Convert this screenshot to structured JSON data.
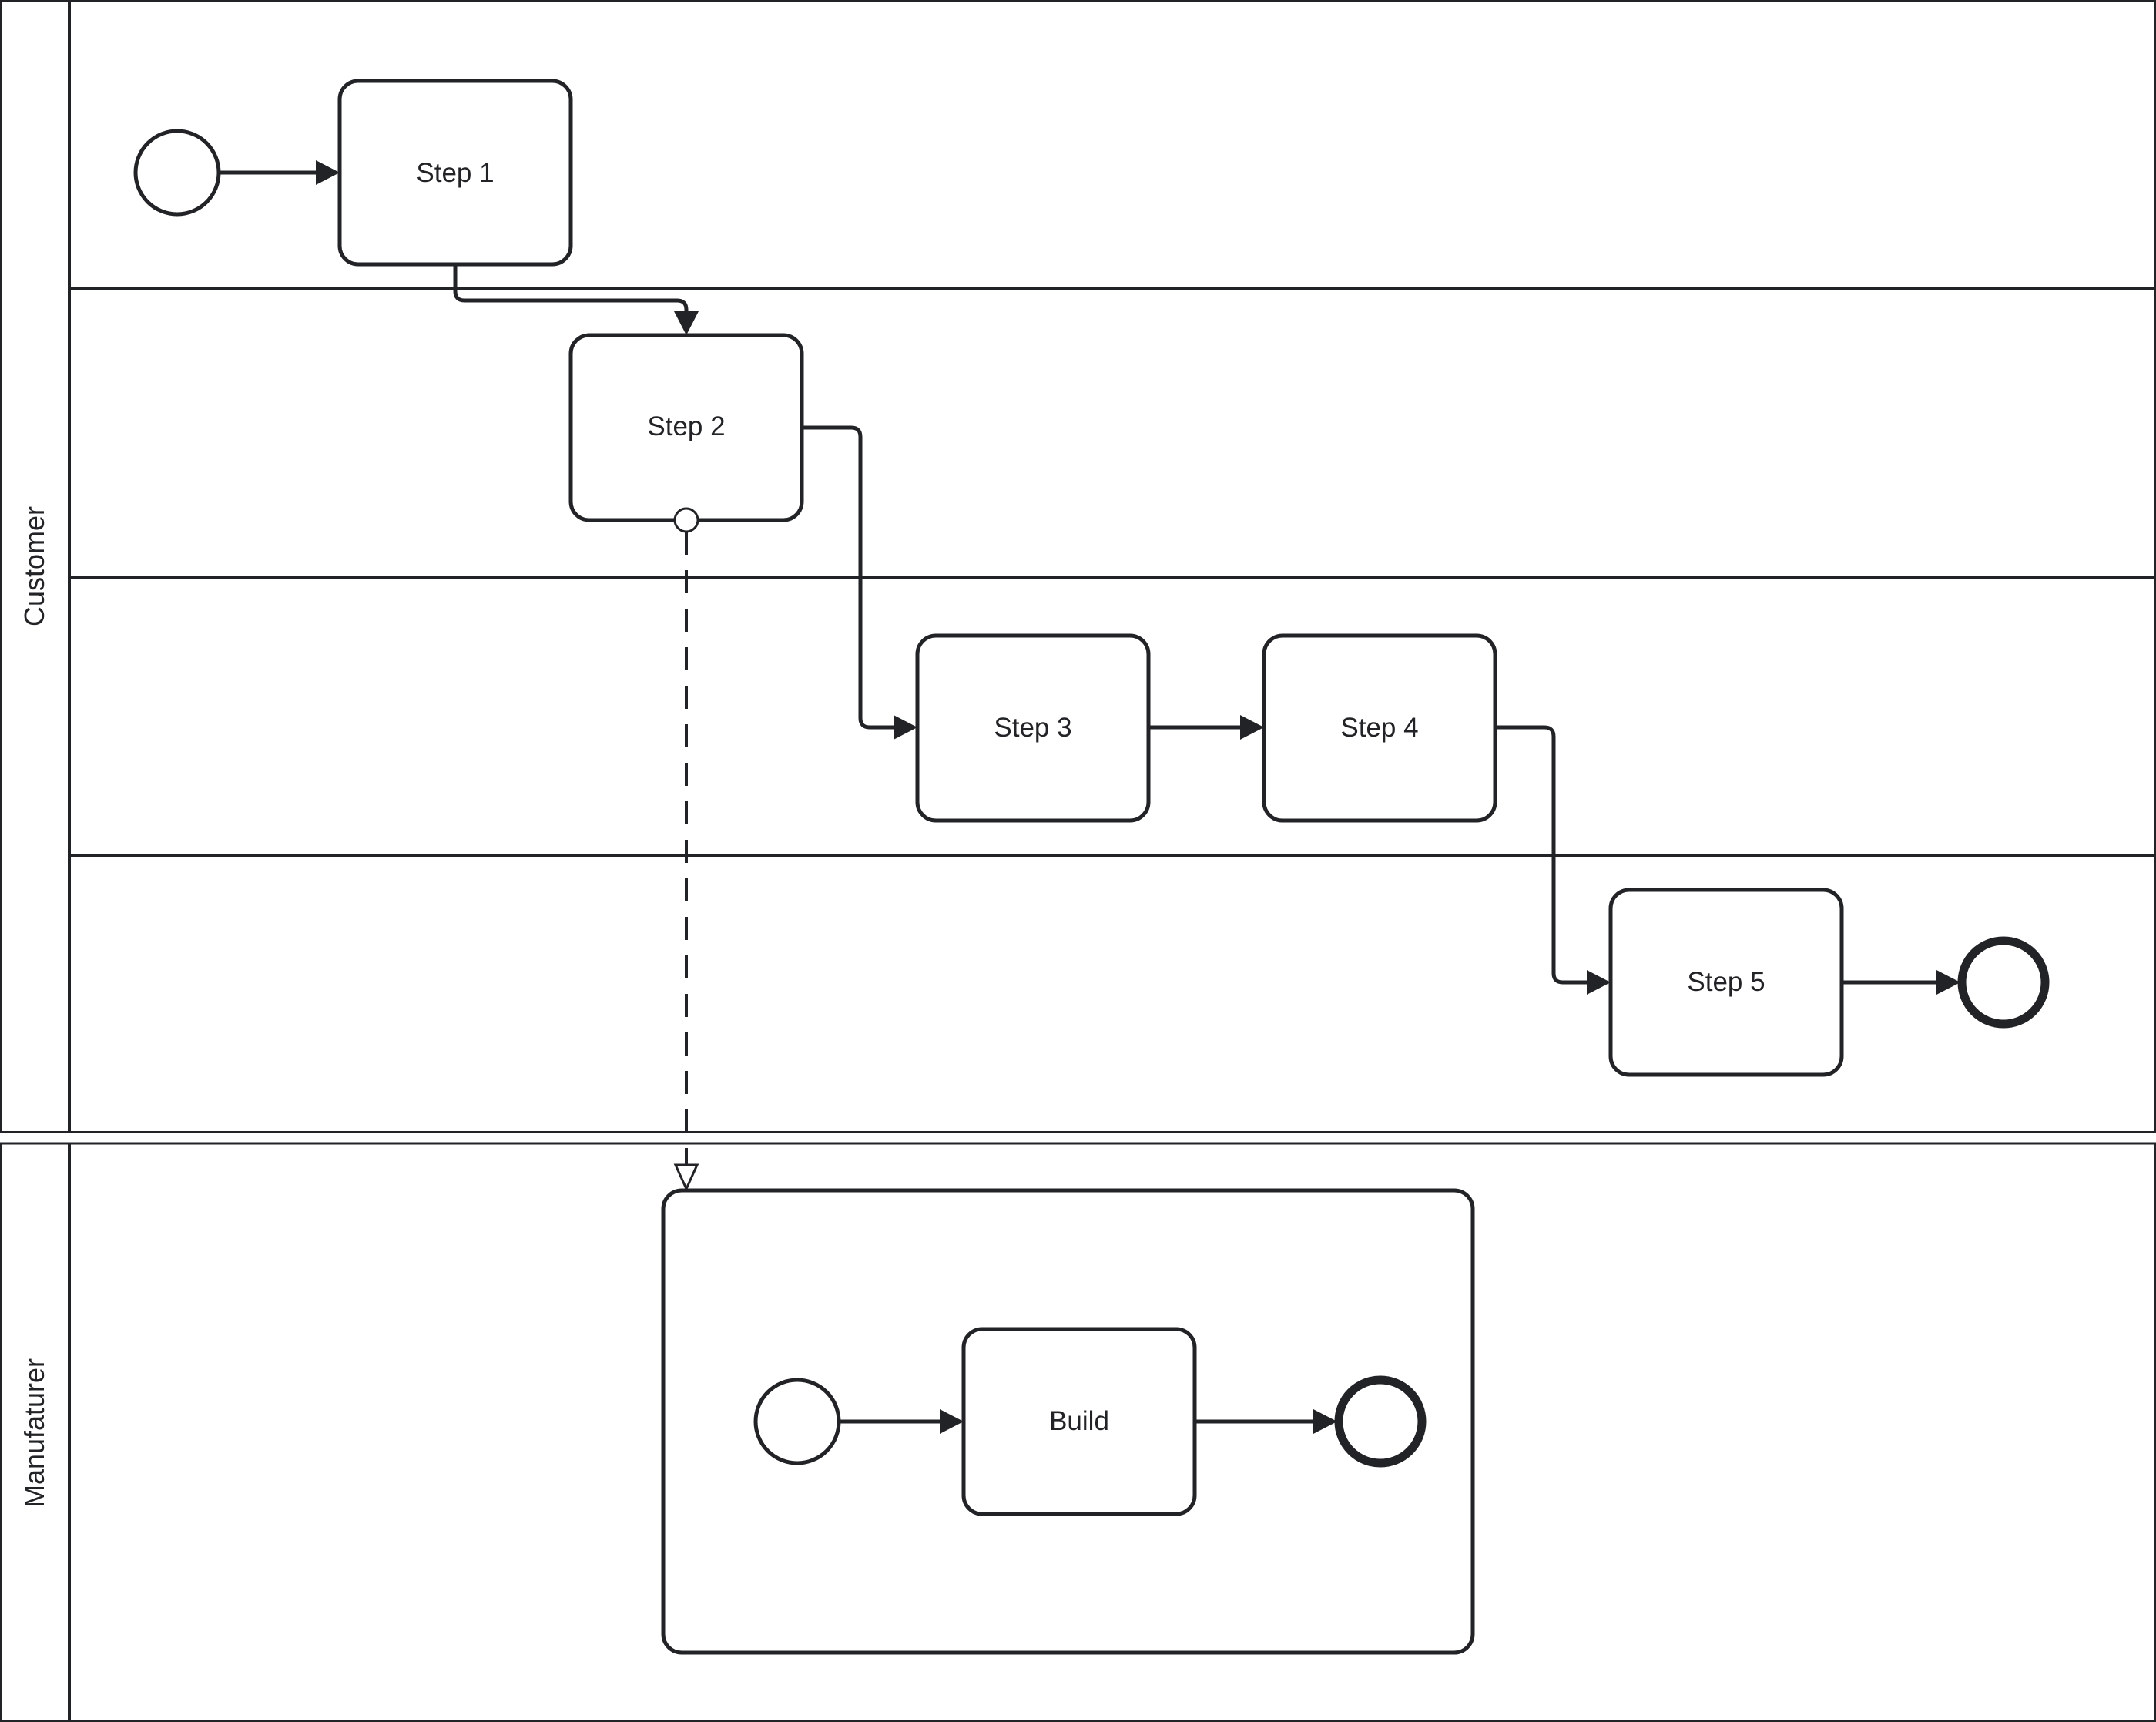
{
  "diagram": {
    "pools": [
      {
        "id": "customer",
        "label": "Customer"
      },
      {
        "id": "manufacturer",
        "label": "Manufaturer"
      }
    ],
    "tasks": [
      {
        "id": "step1",
        "label": "Step 1"
      },
      {
        "id": "step2",
        "label": "Step 2"
      },
      {
        "id": "step3",
        "label": "Step 3"
      },
      {
        "id": "step4",
        "label": "Step 4"
      },
      {
        "id": "step5",
        "label": "Step 5"
      },
      {
        "id": "build",
        "label": "Build"
      }
    ],
    "colors": {
      "stroke": "#222326",
      "background": "#ffffff"
    }
  }
}
